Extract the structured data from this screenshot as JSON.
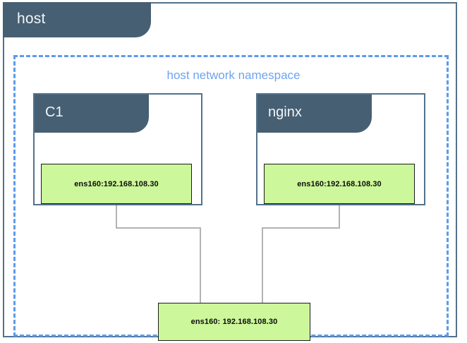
{
  "diagram": {
    "type": "network-namespace-diagram",
    "host": {
      "title": "host",
      "panel_border_color": "#52728c",
      "titlebar_color": "#465f73"
    },
    "namespace": {
      "label": "host network namespace",
      "border_style": "dashed",
      "border_color": "#5b9bec",
      "label_color": "#6fa3ef"
    },
    "containers": [
      {
        "name": "C1",
        "interface": {
          "label": "ens160:192.168.108.30",
          "device": "ens160",
          "ip": "192.168.108.30",
          "fill_color": "#ccf79a"
        }
      },
      {
        "name": "nginx",
        "interface": {
          "label": "ens160:192.168.108.30",
          "device": "ens160",
          "ip": "192.168.108.30",
          "fill_color": "#ccf79a"
        }
      }
    ],
    "host_interface": {
      "label": "ens160: 192.168.108.30",
      "device": "ens160",
      "ip": "192.168.108.30",
      "fill_color": "#ccf79a"
    },
    "connector_color": "#b3b3b3"
  }
}
